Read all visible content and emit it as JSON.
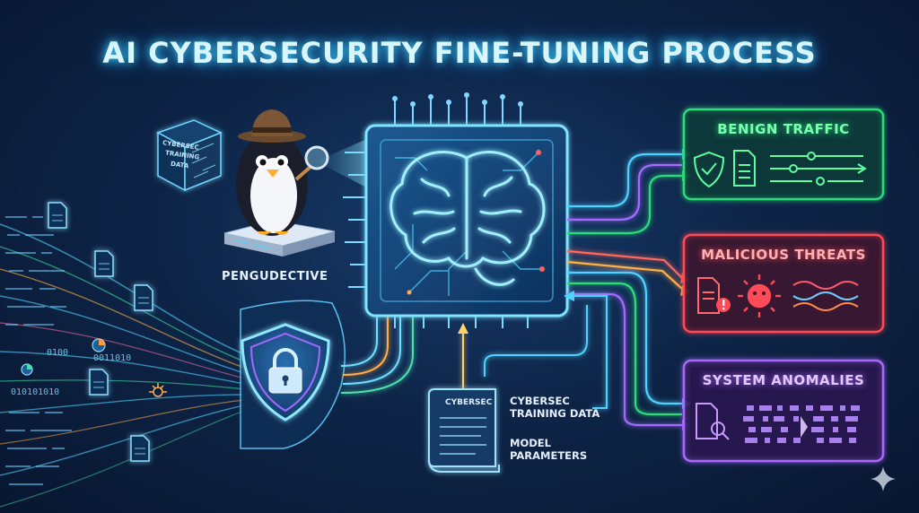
{
  "title": "AI CYBERSECURITY FINE-TUNING PROCESS",
  "mascot": {
    "name": "PENGUDECTIVE"
  },
  "data_cube": {
    "line1": "CYBERSEC",
    "line2": "TRAINING",
    "line3": "DATA"
  },
  "outputs": {
    "benign": {
      "label": "BENIGN TRAFFIC",
      "color": "#2bdc7a"
    },
    "malicious": {
      "label": "MALICIOUS THREATS",
      "color": "#ff4a57"
    },
    "anomalies": {
      "label": "SYSTEM ANOMALIES",
      "color": "#a868ff"
    }
  },
  "book": {
    "label": "CYBERSEC"
  },
  "inputs": {
    "training_line1": "CYBERSEC",
    "training_line2": "TRAINING DATA",
    "params_line1": "MODEL",
    "params_line2": "PARAMETERS"
  },
  "binary": {
    "a": "0100",
    "b": "0011010",
    "c": "010101010"
  },
  "colors": {
    "accent": "#3fd2ff",
    "background": "#0e2548"
  }
}
